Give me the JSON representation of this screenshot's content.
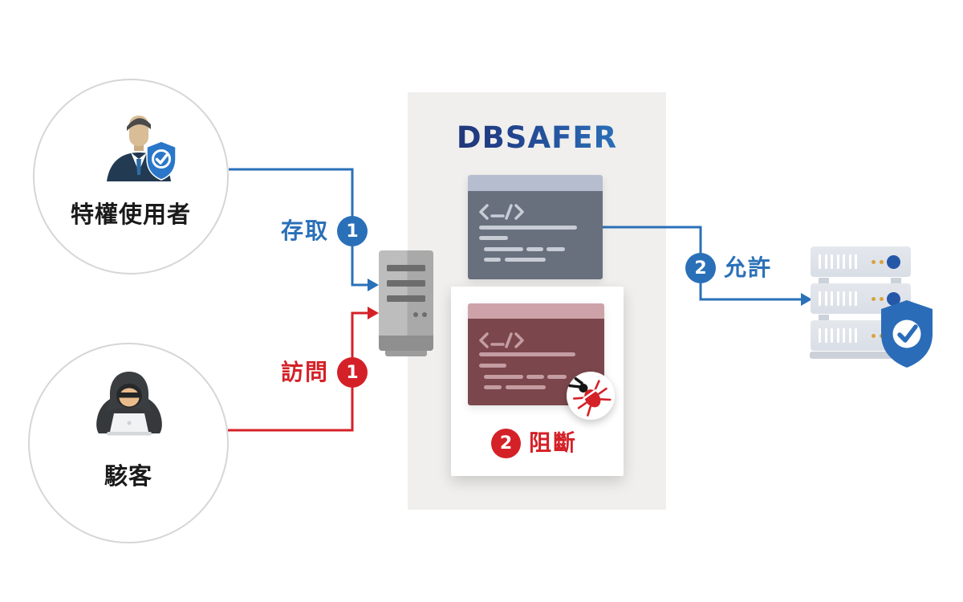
{
  "diagram": {
    "logo": "DBSAFER",
    "actors": [
      {
        "id": "privileged-user",
        "label": "特權使用者",
        "icon": "businessman-shield-check-icon"
      },
      {
        "id": "hacker",
        "label": "駭客",
        "icon": "hooded-hacker-laptop-icon"
      }
    ],
    "flows": [
      {
        "id": "access",
        "label": "存取",
        "step": "1",
        "color": "#2a70b8",
        "from": "privileged-user",
        "to": "gateway-server"
      },
      {
        "id": "visit",
        "label": "訪問",
        "step": "1",
        "color": "#d42127",
        "from": "hacker",
        "to": "gateway-server"
      },
      {
        "id": "allow",
        "label": "允許",
        "step": "2",
        "color": "#2a70b8",
        "from": "allowed-session-window",
        "to": "database-server-stack"
      },
      {
        "id": "block",
        "label": "阻斷",
        "step": "2",
        "color": "#d42127",
        "from": "blocked-session-window"
      }
    ],
    "icons": {
      "gateway": "server-tower-icon",
      "allowed_window": "code-window-icon",
      "blocked_window": "code-window-icon",
      "malware": "bug-icon",
      "database": "server-rack-icon",
      "protection": "shield-check-icon"
    },
    "colors": {
      "blue": "#2a70b8",
      "red": "#d42127",
      "logo_navy": "#1f2c66",
      "logo_blue": "#2a6cb5",
      "panel_bg": "#f0efed",
      "gray_win_header": "#b5bdce",
      "gray_win_body": "#68707e",
      "red_win_header": "#cda3a9",
      "red_win_body": "#7b474c",
      "shield_blue": "#2b6cb8",
      "dot_orange": "#d9a23c",
      "dot_blue": "#2557a8"
    }
  }
}
